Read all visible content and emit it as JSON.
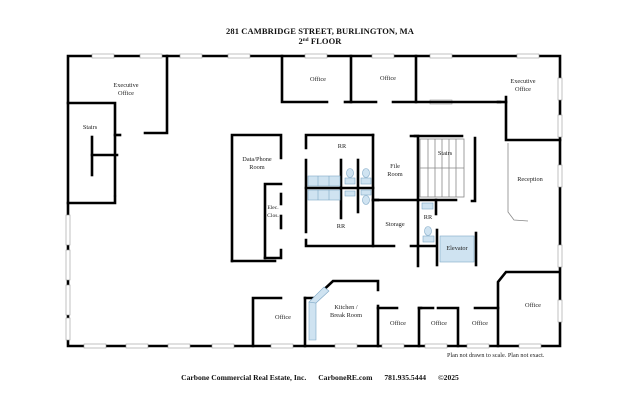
{
  "header": {
    "address": "281 CAMBRIDGE STREET, BURLINGTON, MA",
    "floor_number": "2",
    "floor_suffix": "nd",
    "floor_word": "FLOOR"
  },
  "rooms": {
    "exec_office_left": "Executive\nOffice",
    "stairs_left": "Stairs",
    "office_top_1": "Office",
    "office_top_2": "Office",
    "exec_office_right": "Executive\nOffice",
    "data_phone_room": "Data/Phone\nRoom",
    "elec_closet": "Elec.\nClos.",
    "rr_upper": "RR",
    "rr_lower": "RR",
    "file_room": "File\nRoom",
    "storage": "Storage",
    "stairs_center": "Stairs",
    "rr_small": "RR",
    "elevator": "Elevator",
    "reception": "Reception",
    "office_bottom_1": "Office",
    "kitchen": "Kitchen /\nBreak Room",
    "office_bottom_2": "Office",
    "office_bottom_3": "Office",
    "office_bottom_4": "Office",
    "office_bottom_right": "Office"
  },
  "disclaimer": "Plan not drawn to scale.  Plan not exact.",
  "footer": {
    "company": "Carbone Commercial Real Estate, Inc.",
    "website": "CarboneRE.com",
    "phone": "781.935.5444",
    "copyright": "©2025"
  },
  "colors": {
    "wall": "#000000",
    "fixture_fill": "#cfe3f1",
    "window": "#ffffff"
  }
}
